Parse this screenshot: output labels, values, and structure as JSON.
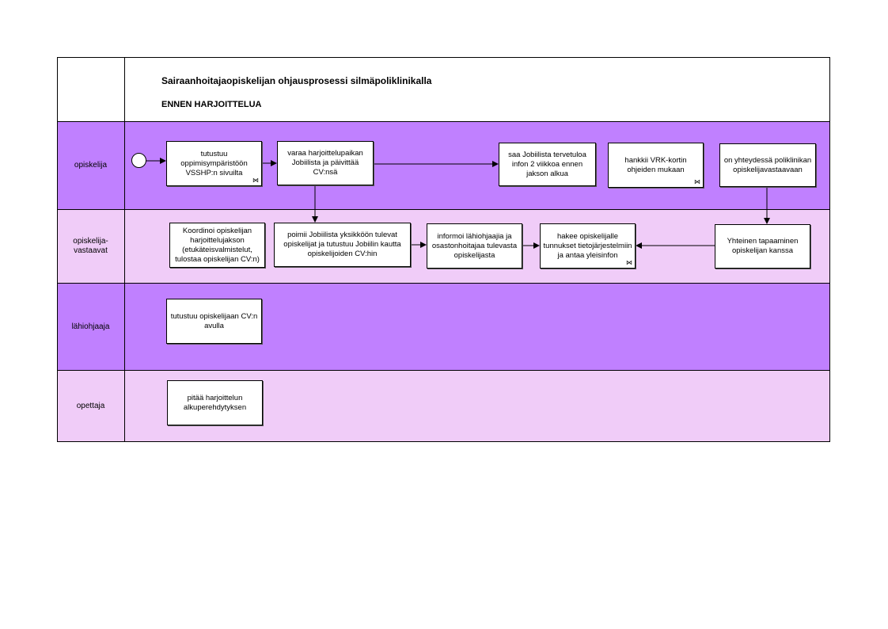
{
  "diagram": {
    "title": "Sairaanhoitajaopiskelijan ohjausprosessi silmäpoliklinikalla",
    "subtitle": "ENNEN HARJOITTELUA"
  },
  "lanes": {
    "opiskelija": "opiskelija",
    "vastaavat": "opiskelija-\nvastaavat",
    "lahiohjaaja": "lähiohjaaja",
    "opettaja": "opettaja"
  },
  "tasks": {
    "tutustuu_oppimisymparistoon": "tutustuu oppimisympäristöön VSSHP:n sivuilta",
    "varaa_harjoittelupaikan": "varaa harjoittelupaikan Jobiilista ja päivittää CV:nsä",
    "saa_jobiilista": "saa Jobiilista tervetuloa infon 2 viikkoa ennen jakson alkua",
    "hankkii_vrk": "hankkii VRK-kortin ohjeiden mukaan",
    "on_yhteydessa": "on yhteydessä poliklinikan opiskelijavastaavaan",
    "koordinoi": "Koordinoi opiskelijan harjoittelujakson (etukäteisvalmistelut, tulostaa opiskelijan CV:n)",
    "poimii": "poimii Jobiilista yksikköön tulevat opiskelijat ja tutustuu Jobiilin kautta opiskelijoiden CV:hin",
    "informoi": "informoi lähiohjaajia ja osastonhoitajaa tulevasta opiskelijasta",
    "hakee": "hakee opiskelijalle tunnukset tietojärjestelmiin ja antaa yleisinfon",
    "yhteinen_tapaaminen": "Yhteinen tapaaminen opiskelijan kanssa",
    "tutustuu_cv": "tutustuu opiskelijaan CV:n avulla",
    "pitaa_alkuperehdytyksen": "pitää harjoittelun alkuperehdytyksen"
  },
  "colors": {
    "dark_lane": "#c080ff",
    "light_lane": "#f0ccf8"
  },
  "icons": {
    "subprocess": "subprocess-icon",
    "start": "start-event"
  }
}
